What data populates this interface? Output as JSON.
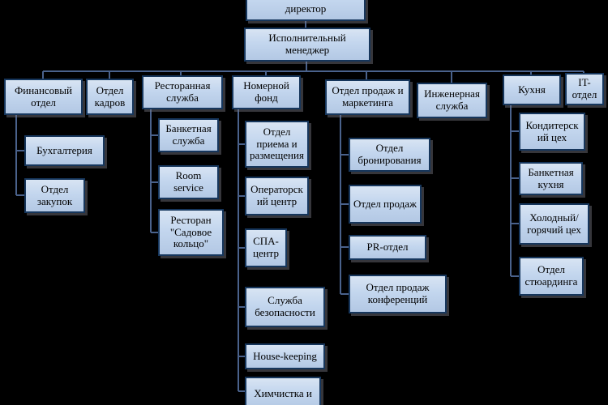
{
  "diagram": {
    "title": "Hotel organizational structure chart",
    "colors": {
      "background": "#000000",
      "box_fill": "#c3d6ee",
      "box_border": "#16365c",
      "connector": "#4a628c",
      "text": "#000000"
    },
    "nodes": {
      "director": {
        "label": "директор"
      },
      "exec": {
        "label": "Исполнительный менеджер"
      },
      "fin": {
        "label": "Финансовый отдел"
      },
      "hr": {
        "label": "Отдел кадров"
      },
      "rest": {
        "label": "Ресторанная служба"
      },
      "rooms": {
        "label": "Номерной фонд"
      },
      "sales": {
        "label": "Отдел продаж и маркетинга"
      },
      "eng": {
        "label": "Инженерная служба"
      },
      "kitchen": {
        "label": "Кухня"
      },
      "it": {
        "label": "IT-отдел"
      },
      "buh": {
        "label": "Бухгалтерия"
      },
      "purchase": {
        "label": "Отдел закупок"
      },
      "banquet_service": {
        "label": "Банкетная служба"
      },
      "room_service": {
        "label": "Room service"
      },
      "restaurant": {
        "label": "Ресторан \"Садовое кольцо\""
      },
      "reception": {
        "label": "Отдел приема и размещения"
      },
      "operator": {
        "label": "Операторский центр"
      },
      "spa": {
        "label": "СПА-центр"
      },
      "security": {
        "label": "Служба безопасности"
      },
      "housekeeping": {
        "label": "House-keeping"
      },
      "drycleaning": {
        "label": "Химчистка и"
      },
      "booking": {
        "label": "Отдел бронирования"
      },
      "sales_dept": {
        "label": "Отдел продаж"
      },
      "pr": {
        "label": "PR-отдел"
      },
      "conf_sales": {
        "label": "Отдел продаж конференций"
      },
      "pastry": {
        "label": "Кондитерский цех"
      },
      "banquet_kitchen": {
        "label": "Банкетная кухня"
      },
      "cold_hot": {
        "label": "Холодный/горячий цех"
      },
      "steward": {
        "label": "Отдел стюардинга"
      }
    }
  }
}
